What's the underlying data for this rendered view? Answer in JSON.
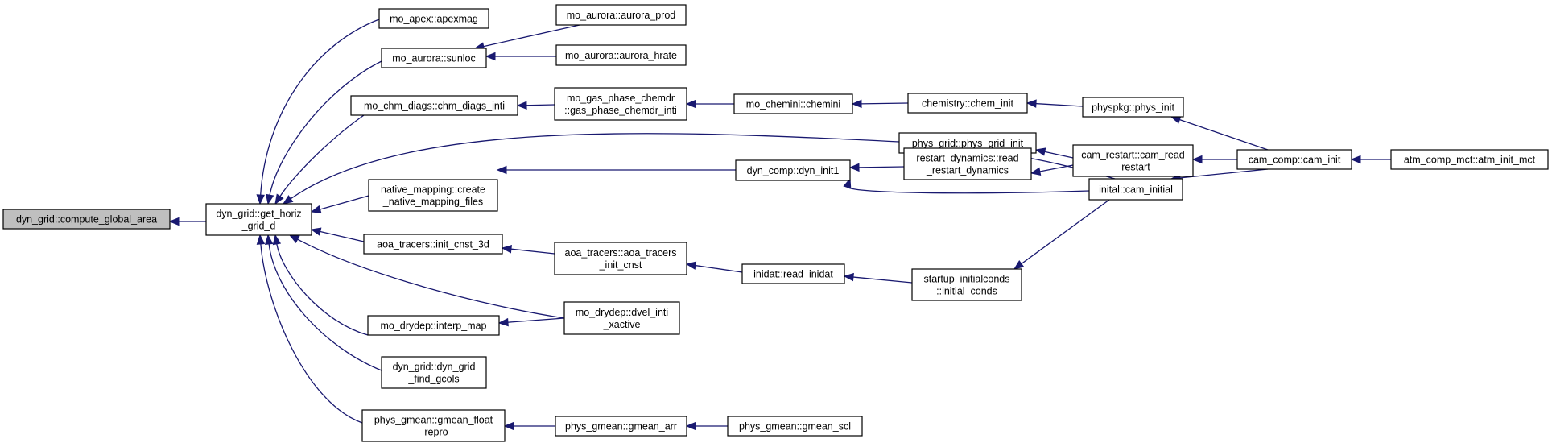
{
  "colors": {
    "edge": "#191970",
    "root_fill": "#bfbfbf",
    "node_fill": "#ffffff",
    "node_stroke": "#000000"
  },
  "nodes": {
    "n_compute_global_area": {
      "lines": [
        "dyn_grid::compute_global_area"
      ],
      "root": true
    },
    "n_get_horiz_grid_d": {
      "lines": [
        "dyn_grid::get_horiz",
        "_grid_d"
      ]
    },
    "n_apexmag": {
      "lines": [
        "mo_apex::apexmag"
      ]
    },
    "n_sunloc": {
      "lines": [
        "mo_aurora::sunloc"
      ]
    },
    "n_chm_diags_inti": {
      "lines": [
        "mo_chm_diags::chm_diags_inti"
      ]
    },
    "n_create_native_mapping_files": {
      "lines": [
        "native_mapping::create",
        "_native_mapping_files"
      ]
    },
    "n_init_cnst_3d": {
      "lines": [
        "aoa_tracers::init_cnst_3d"
      ]
    },
    "n_interp_map": {
      "lines": [
        "mo_drydep::interp_map"
      ]
    },
    "n_dyn_grid_find_gcols": {
      "lines": [
        "dyn_grid::dyn_grid",
        "_find_gcols"
      ]
    },
    "n_gmean_float_repro": {
      "lines": [
        "phys_gmean::gmean_float",
        "_repro"
      ]
    },
    "n_aurora_prod": {
      "lines": [
        "mo_aurora::aurora_prod"
      ]
    },
    "n_aurora_hrate": {
      "lines": [
        "mo_aurora::aurora_hrate"
      ]
    },
    "n_gas_phase_chemdr_inti": {
      "lines": [
        "mo_gas_phase_chemdr",
        "::gas_phase_chemdr_inti"
      ]
    },
    "n_aoa_tracers_init_cnst": {
      "lines": [
        "aoa_tracers::aoa_tracers",
        "_init_cnst"
      ]
    },
    "n_dvel_inti_xactive": {
      "lines": [
        "mo_drydep::dvel_inti",
        "_xactive"
      ]
    },
    "n_gmean_arr": {
      "lines": [
        "phys_gmean::gmean_arr"
      ]
    },
    "n_chemini": {
      "lines": [
        "mo_chemini::chemini"
      ]
    },
    "n_dyn_init1": {
      "lines": [
        "dyn_comp::dyn_init1"
      ]
    },
    "n_read_inidat": {
      "lines": [
        "inidat::read_inidat"
      ]
    },
    "n_gmean_scl": {
      "lines": [
        "phys_gmean::gmean_scl"
      ]
    },
    "n_chem_init": {
      "lines": [
        "chemistry::chem_init"
      ]
    },
    "n_phys_grid_init": {
      "lines": [
        "phys_grid::phys_grid_init"
      ]
    },
    "n_read_restart_dynamics": {
      "lines": [
        "restart_dynamics::read",
        "_restart_dynamics"
      ]
    },
    "n_initial_conds": {
      "lines": [
        "startup_initialconds",
        "::initial_conds"
      ]
    },
    "n_phys_init": {
      "lines": [
        "physpkg::phys_init"
      ]
    },
    "n_cam_read_restart": {
      "lines": [
        "cam_restart::cam_read",
        "_restart"
      ]
    },
    "n_cam_initial": {
      "lines": [
        "inital::cam_initial"
      ]
    },
    "n_cam_init": {
      "lines": [
        "cam_comp::cam_init"
      ]
    },
    "n_atm_init_mct": {
      "lines": [
        "atm_comp_mct::atm_init_mct"
      ]
    }
  },
  "edges": [
    {
      "from": "n_get_horiz_grid_d",
      "to": "n_compute_global_area"
    },
    {
      "from": "n_apexmag",
      "to": "n_get_horiz_grid_d"
    },
    {
      "from": "n_sunloc",
      "to": "n_get_horiz_grid_d"
    },
    {
      "from": "n_chm_diags_inti",
      "to": "n_get_horiz_grid_d"
    },
    {
      "from": "n_phys_grid_init",
      "to": "n_get_horiz_grid_d"
    },
    {
      "from": "n_create_native_mapping_files",
      "to": "n_get_horiz_grid_d"
    },
    {
      "from": "n_init_cnst_3d",
      "to": "n_get_horiz_grid_d"
    },
    {
      "from": "n_dvel_inti_xactive",
      "to": "n_get_horiz_grid_d"
    },
    {
      "from": "n_interp_map",
      "to": "n_get_horiz_grid_d"
    },
    {
      "from": "n_dyn_grid_find_gcols",
      "to": "n_get_horiz_grid_d"
    },
    {
      "from": "n_gmean_float_repro",
      "to": "n_get_horiz_grid_d"
    },
    {
      "from": "n_aurora_prod",
      "to": "n_sunloc"
    },
    {
      "from": "n_aurora_hrate",
      "to": "n_sunloc"
    },
    {
      "from": "n_gas_phase_chemdr_inti",
      "to": "n_chm_diags_inti"
    },
    {
      "from": "n_dyn_init1",
      "to": "n_create_native_mapping_files"
    },
    {
      "from": "n_aoa_tracers_init_cnst",
      "to": "n_init_cnst_3d"
    },
    {
      "from": "n_dvel_inti_xactive",
      "to": "n_interp_map"
    },
    {
      "from": "n_gmean_arr",
      "to": "n_gmean_float_repro"
    },
    {
      "from": "n_chemini",
      "to": "n_gas_phase_chemdr_inti"
    },
    {
      "from": "n_read_inidat",
      "to": "n_aoa_tracers_init_cnst"
    },
    {
      "from": "n_gmean_scl",
      "to": "n_gmean_arr"
    },
    {
      "from": "n_chem_init",
      "to": "n_chemini"
    },
    {
      "from": "n_read_restart_dynamics",
      "to": "n_dyn_init1"
    },
    {
      "from": "n_cam_initial",
      "to": "n_dyn_init1"
    },
    {
      "from": "n_initial_conds",
      "to": "n_read_inidat"
    },
    {
      "from": "n_phys_init",
      "to": "n_chem_init"
    },
    {
      "from": "n_cam_read_restart",
      "to": "n_phys_grid_init"
    },
    {
      "from": "n_cam_initial",
      "to": "n_phys_grid_init"
    },
    {
      "from": "n_cam_read_restart",
      "to": "n_read_restart_dynamics"
    },
    {
      "from": "n_cam_initial",
      "to": "n_initial_conds"
    },
    {
      "from": "n_cam_init",
      "to": "n_phys_init"
    },
    {
      "from": "n_cam_init",
      "to": "n_cam_read_restart"
    },
    {
      "from": "n_cam_init",
      "to": "n_cam_initial"
    },
    {
      "from": "n_atm_init_mct",
      "to": "n_cam_init"
    }
  ]
}
